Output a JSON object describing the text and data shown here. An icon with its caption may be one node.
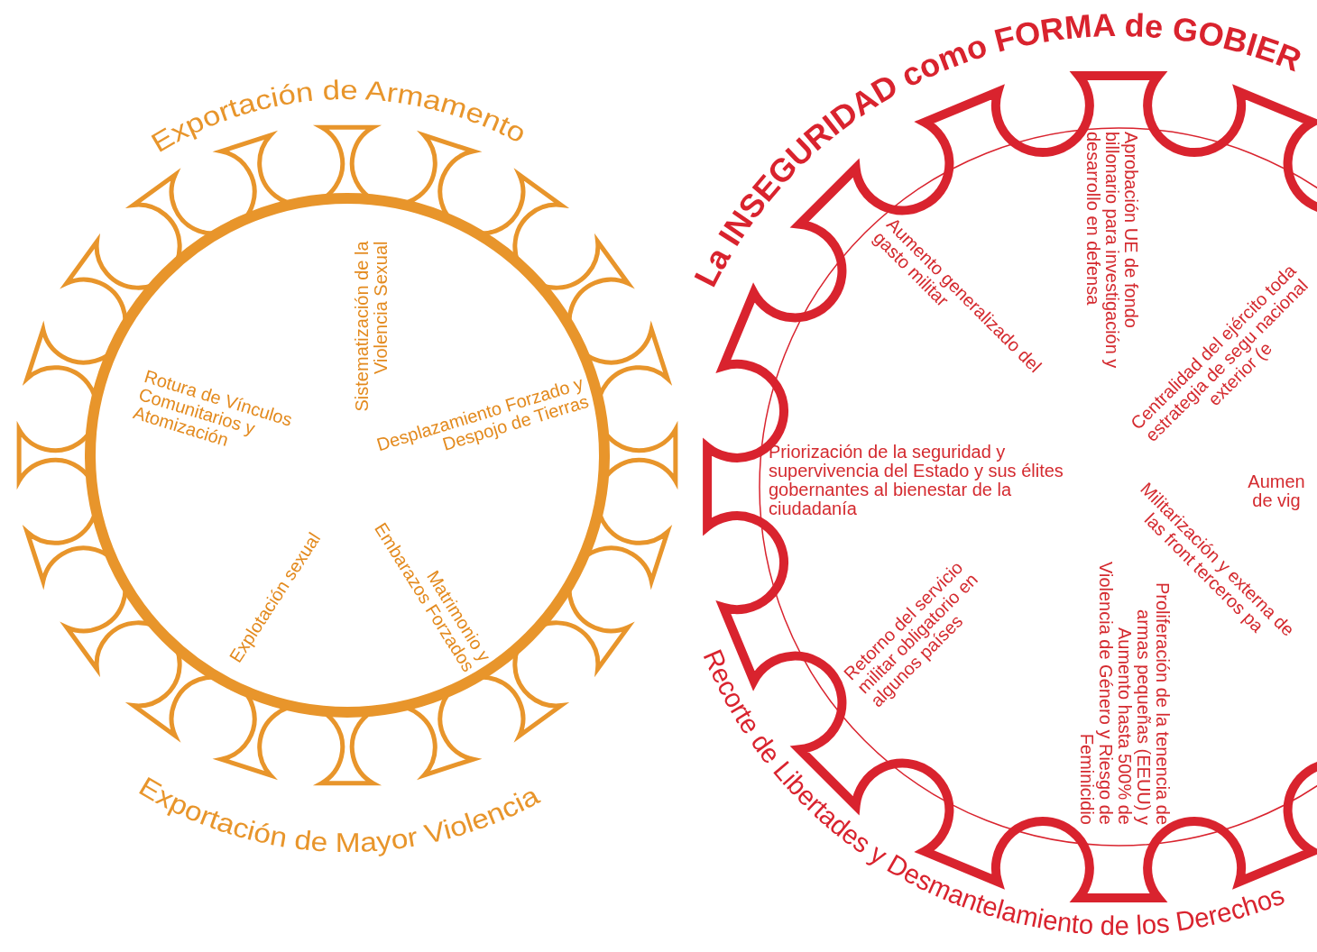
{
  "diagram": {
    "title": "La INSEGURIDAD como FORMA de GOBIER",
    "nodes": [
      {
        "text": [
          "Exportación de Armamento",
          "Sistematización de la Violencia Sexual",
          "Rotura de Vínculos Comunitarios y Atomización",
          "Desplazamiento Forzado y Despojo de Tierras",
          "Explotación sexual",
          "Matrimonio y Embarazos Forzados",
          "Exportación de Mayor Violencia"
        ]
      },
      {
        "text": [
          "Aumento generalizado del gasto militar",
          "Aprobación UE de fondo billonario para investigación y desarrollo en defensa",
          "Centralidad del ejército toda estrategia de segu nacional exterior (e",
          "Priorización de la seguridad y supervivencia del Estado y sus élites gobernantes al bienestar de la ciudadanía",
          "Aumen de vig",
          "Militarización y externa de las front terceros pa",
          "Retorno del servicio militar obligatorio en algunos países",
          "Proliferación de la tenencia de armas pequeñas (EEUU) y Aumento hasta 500% de Violencia de Género y Riesgo de Feminicidio",
          "Recorte de Libertades y Desmantelamiento de los Derechos"
        ]
      }
    ]
  }
}
